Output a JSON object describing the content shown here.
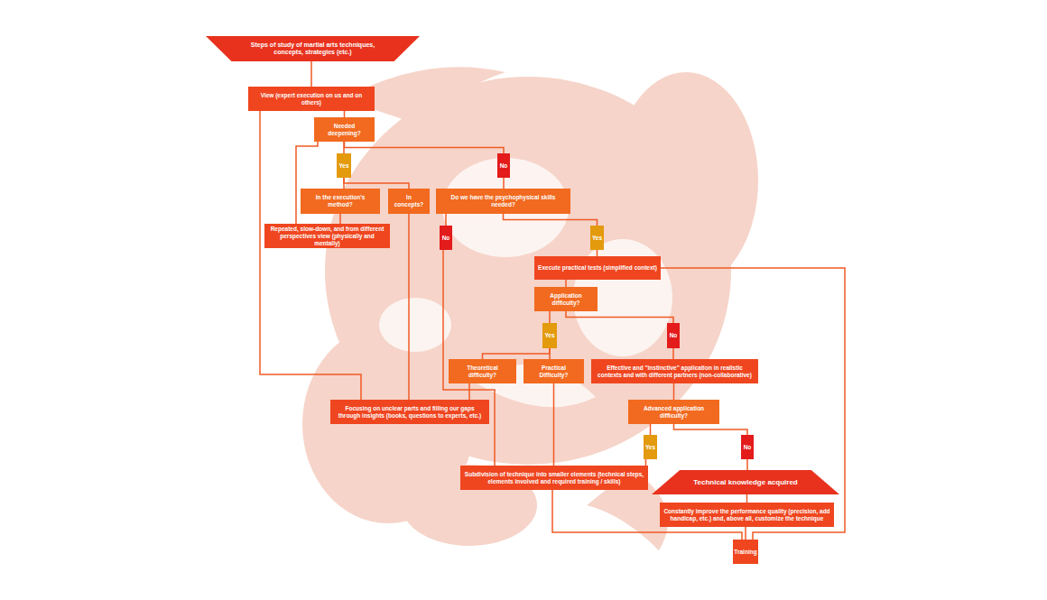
{
  "diagram": {
    "nodes": [
      {
        "text": [
          "Steps of study of martial arts techniques, concepts, strategies (etc.)"
        ]
      },
      {
        "text": [
          "View (expert execution on us and on others)"
        ]
      },
      {
        "text": [
          "Needed deepening?"
        ]
      },
      {
        "text": [
          "Yes"
        ]
      },
      {
        "text": [
          "No"
        ]
      },
      {
        "text": [
          "In the execution's method?"
        ]
      },
      {
        "text": [
          "In concepts?"
        ]
      },
      {
        "text": [
          "Do we have the psychophysical skills needed?"
        ]
      },
      {
        "text": [
          "Repeated, slow-down, and from different perspectives view (physically and mentally)"
        ]
      },
      {
        "text": [
          "No"
        ]
      },
      {
        "text": [
          "Yes"
        ]
      },
      {
        "text": [
          "Execute practical tests (simplified context)"
        ]
      },
      {
        "text": [
          "Application difficulty?"
        ]
      },
      {
        "text": [
          "Yes"
        ]
      },
      {
        "text": [
          "No"
        ]
      },
      {
        "text": [
          "Theoretical difficulty?"
        ]
      },
      {
        "text": [
          "Practical Difficulty?"
        ]
      },
      {
        "text": [
          "Effective and \"instinctive\" application in realistic contexts and with different partners (non-collaborative)"
        ]
      },
      {
        "text": [
          "Focusing on unclear parts and filling our gaps through insights (books, questions to experts, etc.)"
        ]
      },
      {
        "text": [
          "Advanced application difficulty?"
        ]
      },
      {
        "text": [
          "Yes"
        ]
      },
      {
        "text": [
          "No"
        ]
      },
      {
        "text": [
          "Subdivision of technique into smaller elements (technical steps, elements involved and required training / skills)"
        ]
      },
      {
        "text": [
          "Technical knowledge acquired"
        ]
      },
      {
        "text": [
          "Constantly improve the performance quality (precision, add handicap, etc.) and, above all, customize the technique"
        ]
      },
      {
        "text": [
          "Training"
        ]
      }
    ],
    "edges": [
      {
        "from": 0,
        "to": 1,
        "arrow": "none"
      },
      {
        "from": 1,
        "to": 2,
        "arrow": "none"
      },
      {
        "from": 2,
        "to": 3,
        "arrow": "none"
      },
      {
        "from": 2,
        "to": 4,
        "arrow": "none"
      },
      {
        "from": 3,
        "to": 5,
        "arrow": "none"
      },
      {
        "from": 3,
        "to": 6,
        "arrow": "none"
      },
      {
        "from": 5,
        "to": 8,
        "arrow": "none"
      },
      {
        "from": 8,
        "to": 2,
        "arrow": "none"
      },
      {
        "from": 6,
        "to": 18,
        "arrow": "none"
      },
      {
        "from": 18,
        "to": 1,
        "arrow": "none"
      },
      {
        "from": 4,
        "to": 7,
        "arrow": "none"
      },
      {
        "from": 7,
        "to": 9,
        "arrow": "none"
      },
      {
        "from": 7,
        "to": 10,
        "arrow": "none"
      },
      {
        "from": 9,
        "to": 22,
        "arrow": "none"
      },
      {
        "from": 10,
        "to": 11,
        "arrow": "none"
      },
      {
        "from": 11,
        "to": 12,
        "arrow": "none"
      },
      {
        "from": 12,
        "to": 13,
        "arrow": "none"
      },
      {
        "from": 12,
        "to": 14,
        "arrow": "none"
      },
      {
        "from": 13,
        "to": 15,
        "arrow": "none"
      },
      {
        "from": 13,
        "to": 16,
        "arrow": "none"
      },
      {
        "from": 15,
        "to": 18,
        "arrow": "none"
      },
      {
        "from": 16,
        "to": 22,
        "arrow": "none"
      },
      {
        "from": 14,
        "to": 17,
        "arrow": "none"
      },
      {
        "from": 17,
        "to": 19,
        "arrow": "none"
      },
      {
        "from": 19,
        "to": 20,
        "arrow": "none"
      },
      {
        "from": 19,
        "to": 21,
        "arrow": "none"
      },
      {
        "from": 20,
        "to": 22,
        "arrow": "none"
      },
      {
        "from": 21,
        "to": 23,
        "arrow": "none"
      },
      {
        "from": 23,
        "to": 24,
        "arrow": "none"
      },
      {
        "from": 24,
        "to": 25,
        "arrow": "none"
      },
      {
        "from": 22,
        "to": 25,
        "arrow": "none"
      },
      {
        "from": 11,
        "to": 25,
        "arrow": "none"
      }
    ]
  }
}
